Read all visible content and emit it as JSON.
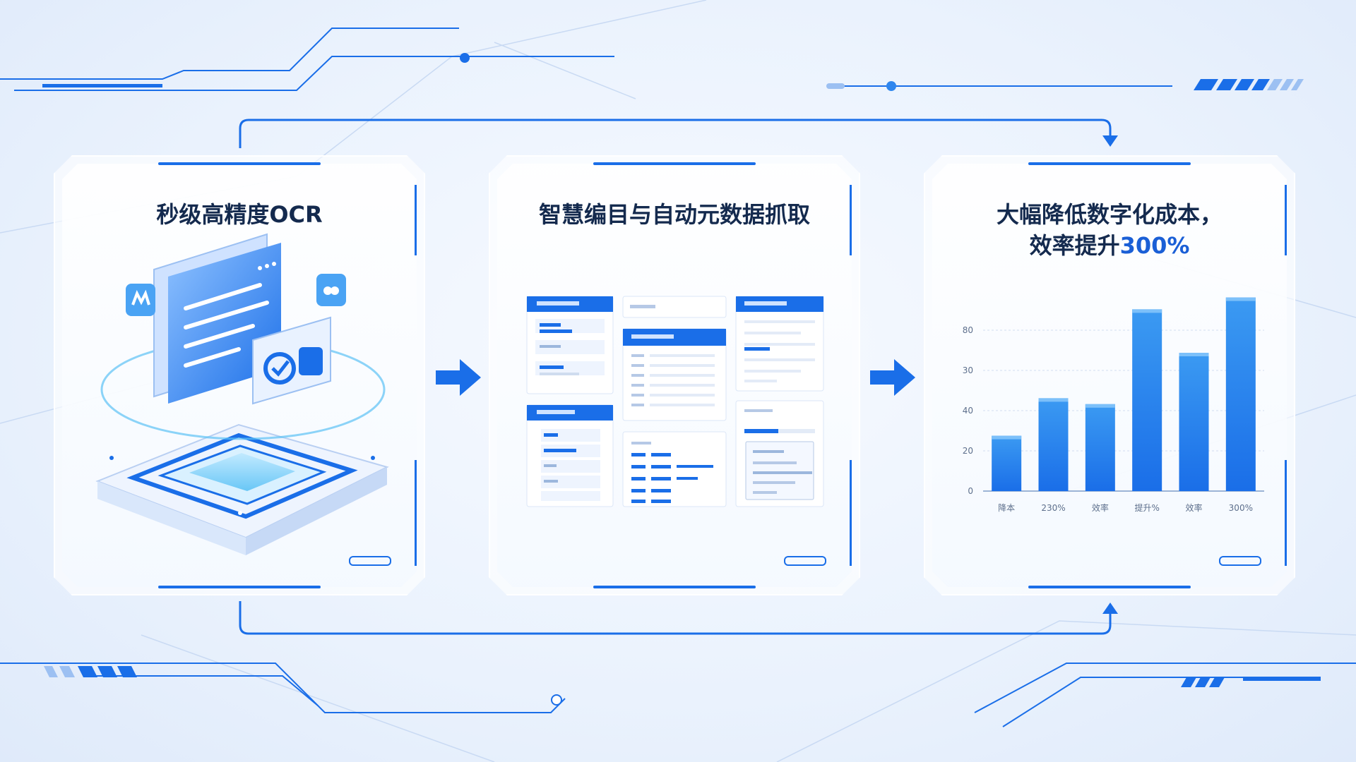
{
  "steps": [
    {
      "title": "秒级高精度OCR"
    },
    {
      "title": "智慧编目与自动元数据抓取"
    },
    {
      "title_line1": "大幅降低数字化成本，",
      "title_line2_prefix": "效率提升",
      "title_line2_highlight": "300%"
    }
  ],
  "chart_data": {
    "type": "bar",
    "categories": [
      "降本",
      "230%",
      "效率",
      "提升%",
      "效率",
      "300%"
    ],
    "values": [
      28,
      47,
      44,
      92,
      70,
      98
    ],
    "yticks": [
      "0",
      "20",
      "40",
      "30",
      "80"
    ],
    "ylim": [
      0,
      100
    ],
    "grid": true
  },
  "colors": {
    "accent": "#1a6ee8",
    "accent_dark": "#0f55d0",
    "title_text": "#142a4e",
    "highlight": "#1a5fd6"
  },
  "icons": [
    "ocr-scanner-icon",
    "forward-arrow-icon",
    "document-form-icon",
    "bar-chart-icon"
  ]
}
